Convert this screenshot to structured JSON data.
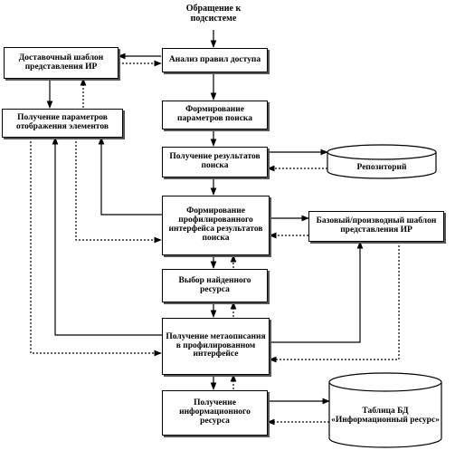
{
  "diagram": {
    "entry_label": "Обращение к подсистеме",
    "nodes": {
      "access_analysis": "Анализ правил доступа",
      "delivery_template": "Доставочный шаблон представления ИР",
      "get_display_params": "Получение параметров отображения элементов",
      "form_search_params": "Формирование параметров поиска",
      "get_search_results": "Получение результатов поиска",
      "repository": "Репозиторий",
      "form_profiled_interface": "Формирование профилированного интерфейса результатов поиска",
      "base_template": "Базовый/производный шаблон представления ИР",
      "select_resource": "Выбор найденного ресурса",
      "get_metadescription": "Получение метаописания в профилированном интерфейсе",
      "get_info_resource": "Получение информационного ресурса",
      "db_table": "Таблица БД «Информационный ресурс»"
    }
  }
}
